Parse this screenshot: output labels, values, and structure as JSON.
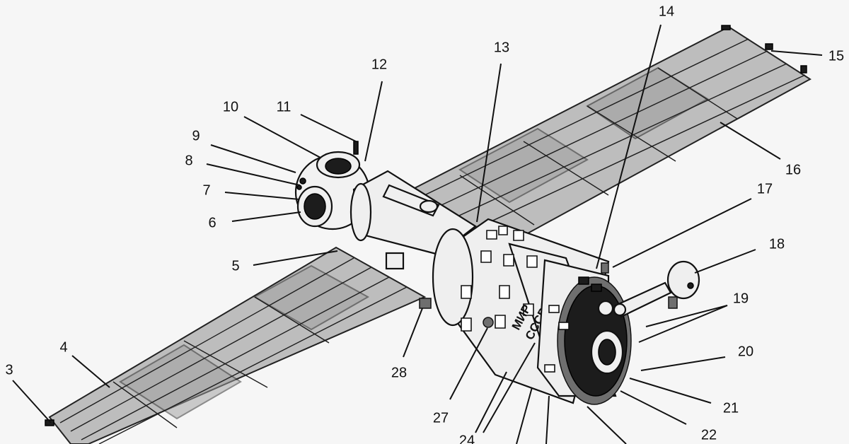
{
  "diagram": {
    "hull_marking_line1": "МИР",
    "hull_marking_line2": "СССР",
    "callouts": [
      {
        "id": "3",
        "label": "3"
      },
      {
        "id": "4",
        "label": "4"
      },
      {
        "id": "5",
        "label": "5"
      },
      {
        "id": "6",
        "label": "6"
      },
      {
        "id": "7",
        "label": "7"
      },
      {
        "id": "8",
        "label": "8"
      },
      {
        "id": "9",
        "label": "9"
      },
      {
        "id": "10",
        "label": "10"
      },
      {
        "id": "11",
        "label": "11"
      },
      {
        "id": "12",
        "label": "12"
      },
      {
        "id": "13",
        "label": "13"
      },
      {
        "id": "14",
        "label": "14"
      },
      {
        "id": "15",
        "label": "15"
      },
      {
        "id": "16",
        "label": "16"
      },
      {
        "id": "17",
        "label": "17"
      },
      {
        "id": "18",
        "label": "18"
      },
      {
        "id": "19",
        "label": "19"
      },
      {
        "id": "20",
        "label": "20"
      },
      {
        "id": "21",
        "label": "21"
      },
      {
        "id": "22",
        "label": "22"
      },
      {
        "id": "24",
        "label": "24"
      },
      {
        "id": "27",
        "label": "27"
      },
      {
        "id": "28",
        "label": "28"
      }
    ]
  }
}
